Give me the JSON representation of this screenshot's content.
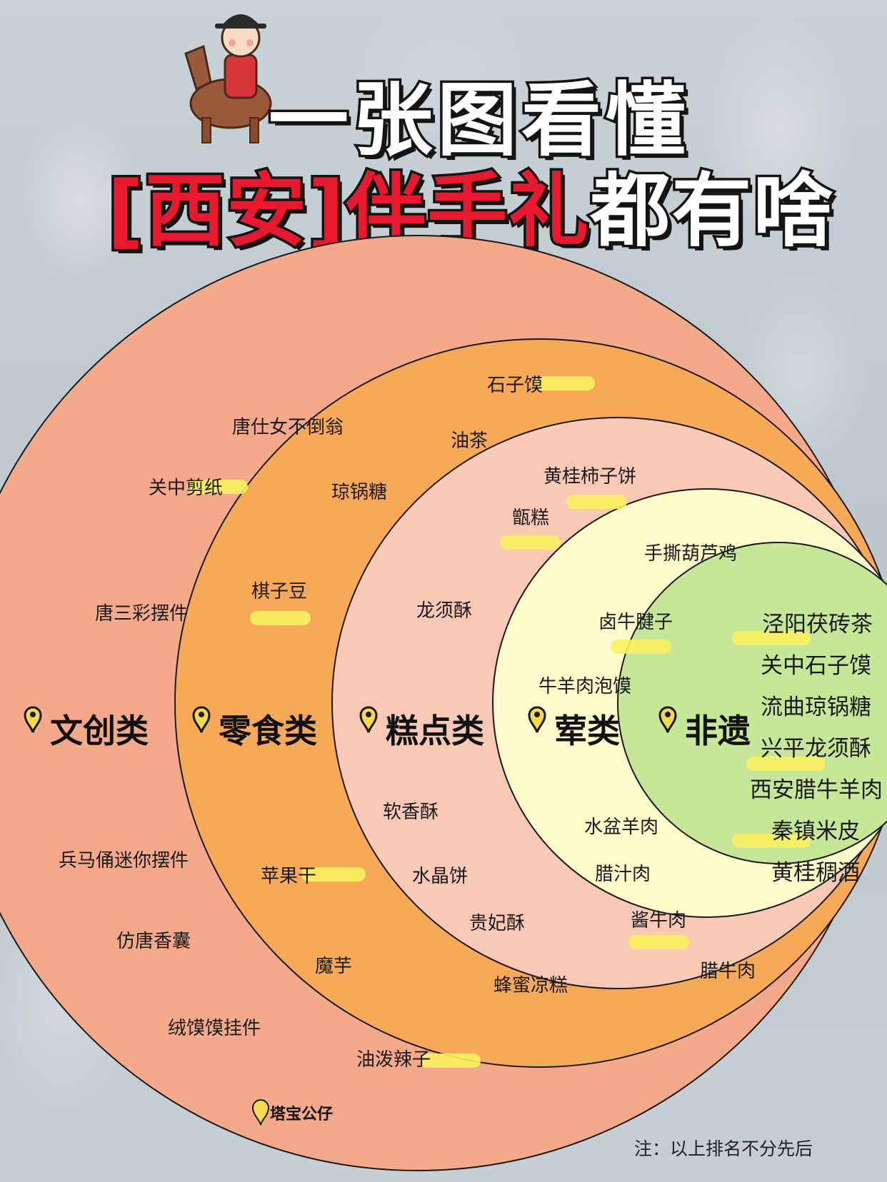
{
  "title": {
    "line1": "一张图看懂",
    "line2_part1": "[西安]伴手礼",
    "line2_part2": "都有啥"
  },
  "colors": {
    "ring1": "#f5a98b",
    "ring2": "#f8a957",
    "ring3": "#f9c9b5",
    "ring4": "#fcfbc9",
    "ring5": "#c6e698",
    "highlight": "#faf15f",
    "title_red": "#e8192f"
  },
  "categories": [
    {
      "name": "文创类",
      "items": [
        "唐仕女不倒翁",
        "关中剪纸",
        "唐三彩摆件",
        "兵马俑迷你摆件",
        "仿唐香囊",
        "绒馍馍挂件"
      ]
    },
    {
      "name": "零食类",
      "items": [
        "石子馍",
        "油茶",
        "琼锅糖",
        "棋子豆",
        "苹果干",
        "魔芋",
        "油泼辣子"
      ]
    },
    {
      "name": "糕点类",
      "items": [
        "黄桂柿子饼",
        "甑糕",
        "龙须酥",
        "软香酥",
        "水晶饼",
        "贵妃酥",
        "蜂蜜凉糕"
      ]
    },
    {
      "name": "荤类",
      "items": [
        "手撕葫芦鸡",
        "卤牛腱子",
        "牛羊肉泡馍",
        "水盆羊肉",
        "腊汁肉",
        "酱牛肉",
        "腊牛肉"
      ]
    },
    {
      "name": "非遗",
      "items": [
        "泾阳茯砖茶",
        "关中石子馍",
        "流曲琼锅糖",
        "兴平龙须酥",
        "西安腊牛羊肉",
        "秦镇米皮",
        "黄桂稠酒"
      ]
    }
  ],
  "watermark": "塔宝公仔",
  "footnote": "注：以上排名不分先后",
  "mascot": "mascot-on-horse-icon",
  "pin_icon": "map-pin-icon"
}
